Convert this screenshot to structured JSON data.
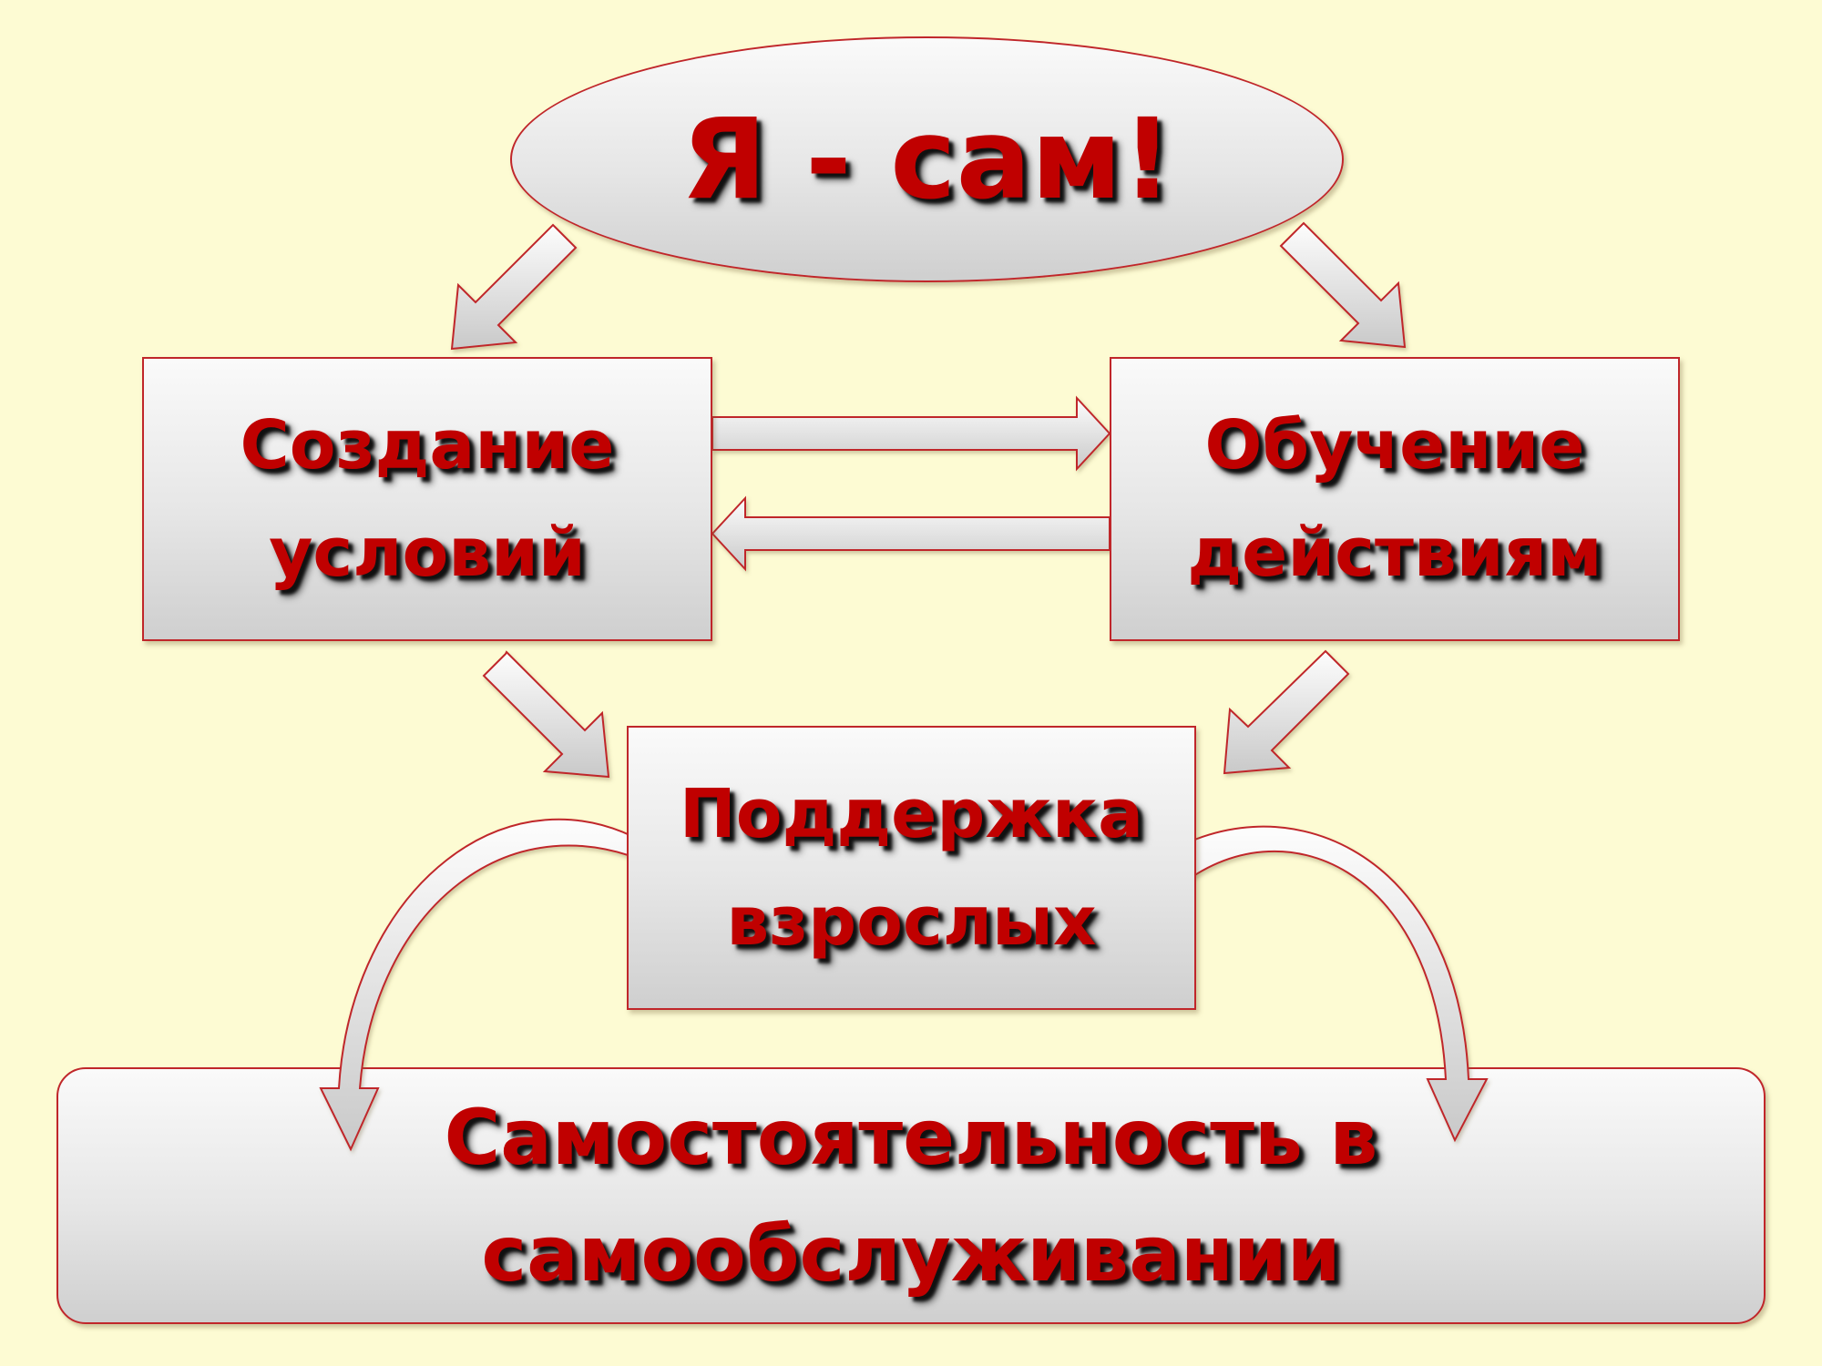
{
  "top": {
    "text": "Я - сам!"
  },
  "left_box": {
    "line1": "Создание",
    "line2": "условий"
  },
  "right_box": {
    "line1": "Обучение",
    "line2": "действиям"
  },
  "middle_box": {
    "line1": "Поддержка",
    "line2": "взрослых"
  },
  "bottom_box": {
    "line1": "Самостоятельность в",
    "line2": "самообслуживании"
  },
  "colors": {
    "background": "#fdfbd3",
    "text": "#c00000",
    "outline": "#c0262a",
    "shape_fill": "#e6e6e6"
  }
}
